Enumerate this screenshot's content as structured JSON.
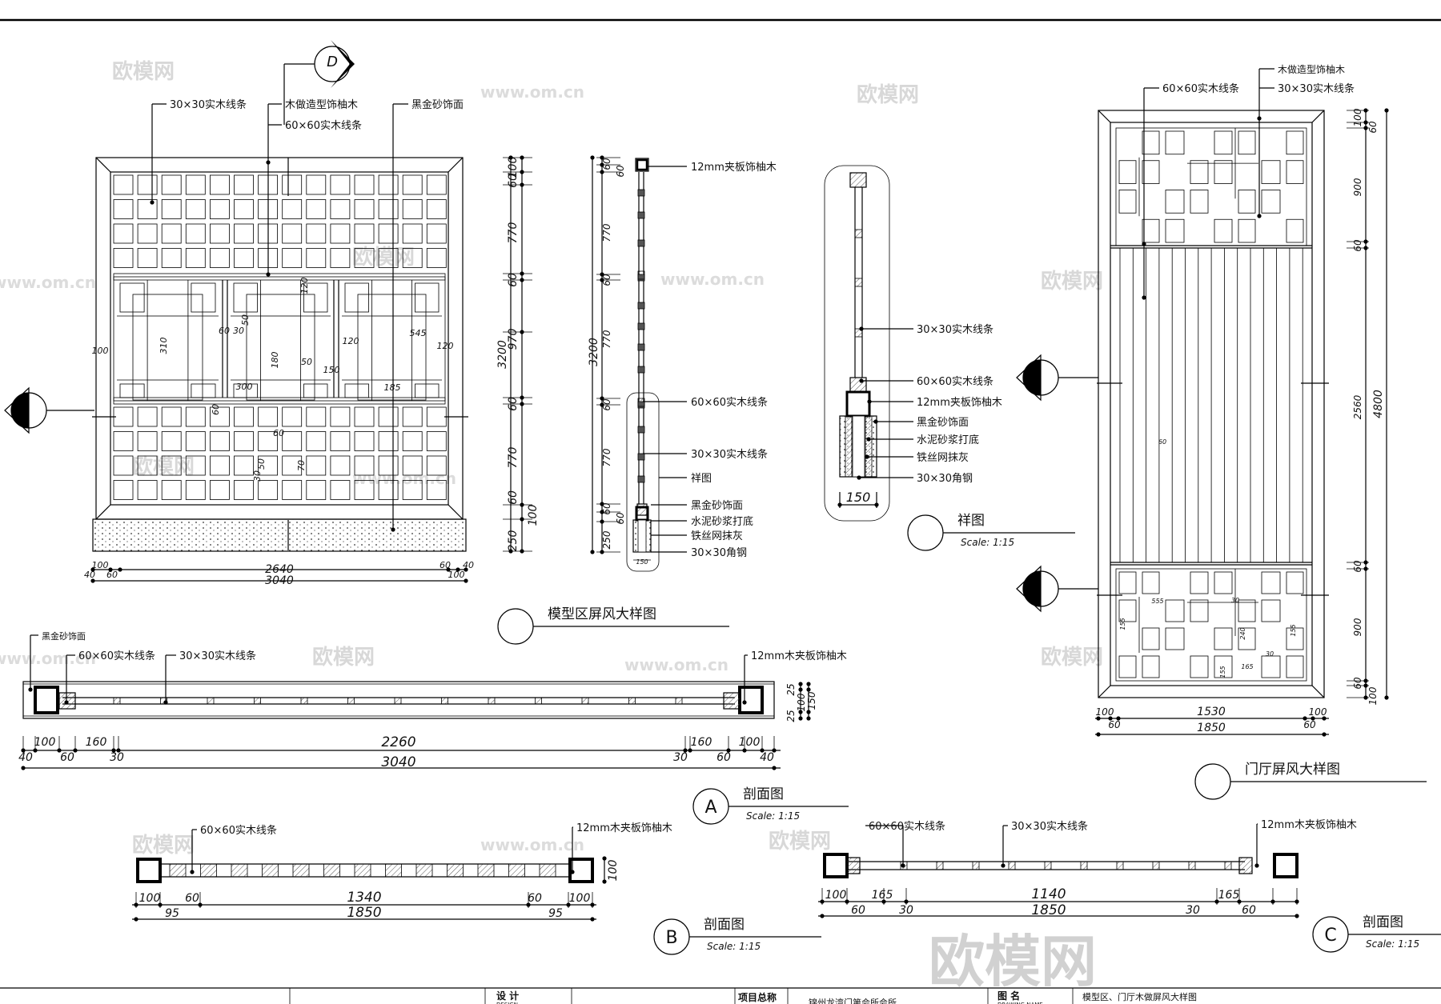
{
  "watermark": {
    "logo": "欧模网",
    "url": "www.om.cn"
  },
  "screen_model": {
    "title": "模型区屏风大样图",
    "section_marker": "D",
    "side_marker": "A",
    "leaders": [
      "30×30实木线条",
      "木做造型饰柚木",
      "60×60实木线条",
      "黑金砂饰面"
    ],
    "dims_vertical": [
      "100",
      "60",
      "770",
      "60",
      "970",
      "60",
      "770",
      "60",
      "100",
      "250"
    ],
    "dim_total_height": "3200",
    "dims_bottom": [
      "2640",
      "3040",
      "100",
      "60",
      "40",
      "100",
      "60",
      "40"
    ],
    "inner_dims": [
      "310",
      "60",
      "30",
      "50",
      "120",
      "545",
      "120",
      "120",
      "300",
      "50",
      "180",
      "150",
      "185",
      "100",
      "60",
      "30",
      "60",
      "50",
      "70"
    ]
  },
  "side_section": {
    "leaders": [
      "12mm夹板饰柚木",
      "60×60实木线条",
      "30×30实木线条",
      "祥图",
      "黑金砂饰面",
      "水泥砂浆打底",
      "铁丝网抹灰",
      "30×30角钢"
    ],
    "dims": [
      "60",
      "60",
      "770",
      "60",
      "770",
      "60",
      "770",
      "60",
      "60",
      "250"
    ],
    "total": "3200",
    "width": "150"
  },
  "detail": {
    "title": "祥图",
    "scale": "Scale: 1:15",
    "leaders": [
      "30×30实木线条",
      "60×60实木线条",
      "12mm夹板饰柚木",
      "黑金砂饰面",
      "水泥砂浆打底",
      "铁丝网抹灰",
      "30×30角钢"
    ],
    "width": "150"
  },
  "screen_hall": {
    "title": "门厅屏风大样图",
    "markers": [
      "B",
      "C"
    ],
    "leaders": [
      "木做造型饰柚木",
      "60×60实木线条",
      "30×30实木线条"
    ],
    "dims_vertical": [
      "100",
      "60",
      "900",
      "60",
      "2560",
      "60",
      "900",
      "60",
      "100"
    ],
    "total": "4800",
    "dims_bottom": [
      "1530",
      "1850",
      "100",
      "60",
      "100",
      "60"
    ],
    "inner_dims": [
      "60",
      "555",
      "155",
      "240",
      "165",
      "155",
      "155",
      "30",
      "30"
    ]
  },
  "section_a": {
    "marker": "A",
    "title": "剖面图",
    "scale": "Scale: 1:15",
    "leaders": [
      "黑金砂饰面",
      "60×60实木线条",
      "30×30实木线条",
      "12mm木夹板饰柚木"
    ],
    "dims": [
      "2260",
      "3040",
      "100",
      "160",
      "40",
      "60",
      "30",
      "160",
      "100",
      "30",
      "60",
      "40"
    ],
    "dims_side": [
      "25",
      "100",
      "25",
      "150"
    ]
  },
  "section_b": {
    "marker": "B",
    "title": "剖面图",
    "scale": "Scale: 1:15",
    "leaders": [
      "60×60实木线条",
      "12mm木夹板饰柚木"
    ],
    "dims": [
      "1340",
      "1850",
      "100",
      "60",
      "95",
      "60",
      "100",
      "95"
    ],
    "dims_side": [
      "100"
    ]
  },
  "section_c": {
    "marker": "C",
    "title": "剖面图",
    "scale": "Scale: 1:15",
    "leaders": [
      "60×60实木线条",
      "30×30实木线条",
      "12mm木夹板饰柚木"
    ],
    "dims": [
      "1140",
      "1850",
      "100",
      "165",
      "60",
      "30",
      "165",
      "30",
      "60"
    ]
  },
  "title_block": {
    "design_label": "设 计",
    "design_sub": "DESIGN",
    "project_label": "项目总称",
    "project_value": "锦州龙湾门第会所会所",
    "drawing_label": "图 名",
    "drawing_sub": "DRAWING NAME",
    "drawing_value": "模型区、门厅木做屏风大样图"
  }
}
